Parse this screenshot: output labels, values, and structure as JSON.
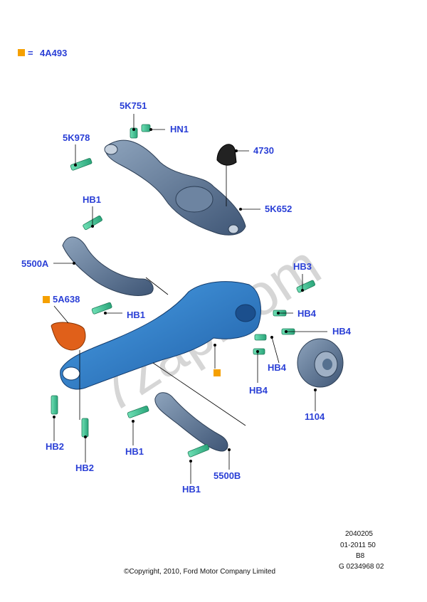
{
  "legend": {
    "equals": "=",
    "code": "4A493",
    "color": "#f5a000"
  },
  "watermark": "7zap.com",
  "labels": {
    "l_5K751": "5K751",
    "l_HN1": "HN1",
    "l_5K978": "5K978",
    "l_4730": "4730",
    "l_5K652": "5K652",
    "l_HB1_a": "HB1",
    "l_5500A": "5500A",
    "l_HB3": "HB3",
    "l_5A638": "5A638",
    "l_HB1_b": "HB1",
    "l_HB4_a": "HB4",
    "l_HB4_b": "HB4",
    "l_HB4_c": "HB4",
    "l_HB4_d": "HB4",
    "l_1104": "1104",
    "l_HB2_a": "HB2",
    "l_HB2_b": "HB2",
    "l_HB1_c": "HB1",
    "l_5500B": "5500B",
    "l_HB1_d": "HB1"
  },
  "footer": {
    "code1": "2040205",
    "code2": "01-2011 50",
    "code3": "B8",
    "code4": "G 0234968 02",
    "copyright": "©Copyright, 2010, Ford Motor Company Limited"
  },
  "colors": {
    "label": "#2a3fd6",
    "part_blue": "#2f7fc8",
    "bolt_green": "#47c79a",
    "bushing_orange": "#e06010"
  }
}
